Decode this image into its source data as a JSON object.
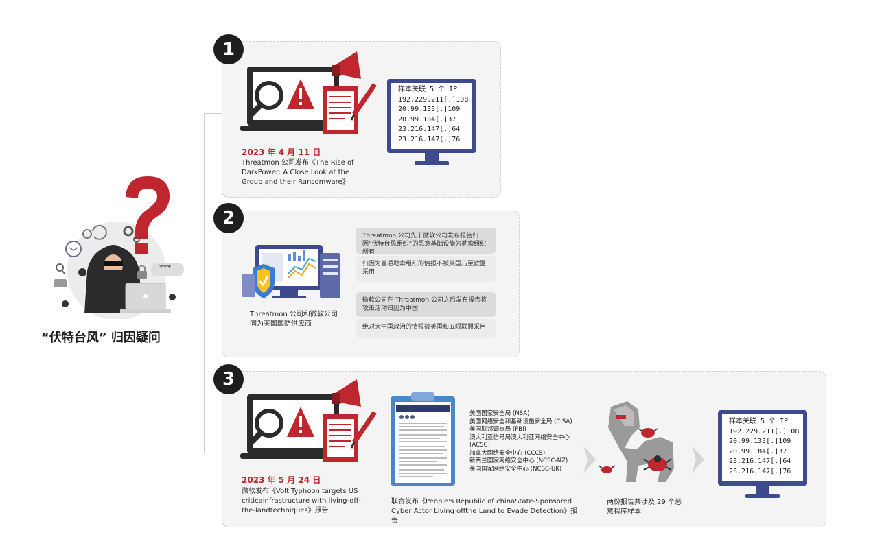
{
  "main_title": "“伏特台风” 归因疑问",
  "question_mark": "?",
  "chat_bubble": "***",
  "step1": {
    "badge": "1",
    "date": "2023 年 4 月 11 日",
    "caption": "Threatmon 公司发布《The Rise of DarkPower: A Close Look at the Group and their Ransomware》",
    "ips": {
      "title": "样本关联 5 个 IP",
      "list": [
        "192.229.211[.]108",
        "20.99.133[.]109",
        "20.99.184[.]37",
        "23.216.147[.]64",
        "23.216.147[.]76"
      ]
    }
  },
  "step2": {
    "badge": "2",
    "caption": "Threatmon 公司和微软公司同为美国国防供应商",
    "box1_dark": "Threatmon 公司先于微软公司发布报告归因“伏特台风组织”的恶意基础设施为勒索组织所有",
    "box1_light": "归因为普通勒索组织的情报不被美国乃至欧盟采用",
    "box2_dark": "微软公司在 Threatmon 公司之后发布报告将攻击活动归因为中国",
    "box2_light": "绝对大中国政治的情报被美国和五眼联盟采用"
  },
  "step3": {
    "badge": "3",
    "date": "2023 年 5 月 24 日",
    "caption": "微软发布《Volt Typhoon targets US criticainfrastructure with living-off-the-landtechniques》报告",
    "agencies": [
      "美国国家安全局 (NSA)",
      "美国网络安全和基础设施安全局 (CISA)",
      "美国联邦调查局 (FBI)",
      "澳大利亚信号局澳大利亚网络安全中心 (ACSC)",
      "加拿大网络安全中心 (CCCS)",
      "新西兰国家网络安全中心 (NCSC-NZ)",
      "英国国家网络安全中心 (NCSC-UK)"
    ],
    "joint_caption": "联合发布《People's Republic of chinaState-Sponsored Cyber Actor Living offthe Land to Evade Detection》报告",
    "malware_caption": "两份报告共涉及 29 个恶意程序样本",
    "ips": {
      "title": "样本关联 5 个 IP",
      "list": [
        "192.229.211[.]108",
        "20.99.133[.]109",
        "20.99.184[.]37",
        "23.216.147[.]64",
        "23.216.147[.]76"
      ]
    }
  },
  "colors": {
    "accent_red": "#c0262d",
    "monitor_blue": "#3e4a8e",
    "dark": "#1e1e1e"
  },
  "icons": [
    "question-icon",
    "hacker-icon",
    "laptop-warning-icon",
    "megaphone-icon",
    "document-pen-icon",
    "dashboard-icon",
    "shield-check-icon",
    "trojan-horse-icon",
    "bug-icon",
    "report-clipboard-icon",
    "arrow-right-icon"
  ]
}
